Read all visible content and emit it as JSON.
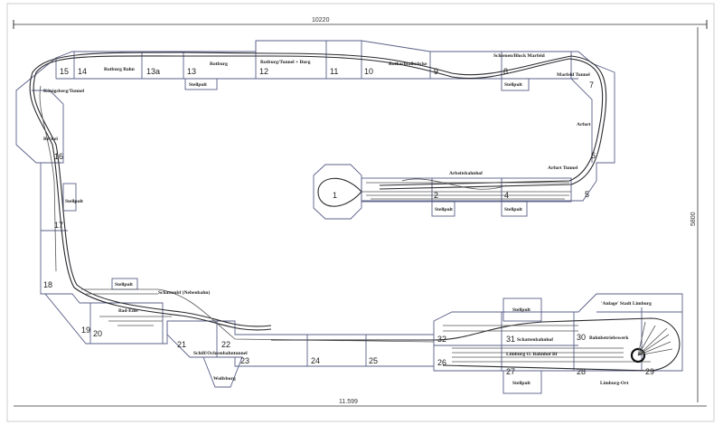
{
  "dimensions": {
    "top": "10220",
    "bottom": "11.599",
    "right": "5800"
  },
  "modules": {
    "m1": "1",
    "m2": "2",
    "m4": "4",
    "m5": "5",
    "m6": "6",
    "m7": "7",
    "m8": "8",
    "m9": "9",
    "m10": "10",
    "m11": "11",
    "m12": "12",
    "m13": "13",
    "m13a": "13a",
    "m14": "14",
    "m15": "15",
    "m16": "16",
    "m17": "17",
    "m18": "18",
    "m19": "19",
    "m20": "20",
    "m21": "21",
    "m22": "22",
    "m23": "23",
    "m24": "24",
    "m25": "25",
    "m26": "26",
    "m27": "27",
    "m28": "28",
    "m29": "29",
    "m30": "30",
    "m31": "31",
    "m32": "32"
  },
  "labels": {
    "rotburg_bahn": "Rotburg Bahn",
    "rotburg": "Rotburg",
    "rotburg_tunnel": "Rotburg/Tunnel + Burg",
    "rothachtalbruecke": "Rothachtalbrücke",
    "schienen_block": "Schienen/Block Marfeld",
    "marfeld_tunnel": "Marfeld Tunnel",
    "arfurt": "Arfurt",
    "arfurt_tunnel": "Arfurt Tunnel",
    "arbeitsbahnhof": "Arbeitsbahnhof",
    "koenigsberg_tunnel": "Königsberg/Tunnel",
    "reckel": "Reckel",
    "schattendf": "Schattenbf (Nebenbahn)",
    "bad_ems": "Bad-Ems",
    "schiffs_tunnel": "Schiff/Ochsenbahntunnel",
    "wolfsburg": "Wolfsburg",
    "anlage_stadt": "'Anlage' Stadt Limburg",
    "schattenbahnhof": "Schattenbahnhof",
    "limburg_hbf": "Limburg O. Bahnhof Bf",
    "bahnbetriebswerk": "Bahnbetriebswerk",
    "limburg_ort": "Limburg-Ort",
    "stellpult": "Stellpult"
  }
}
